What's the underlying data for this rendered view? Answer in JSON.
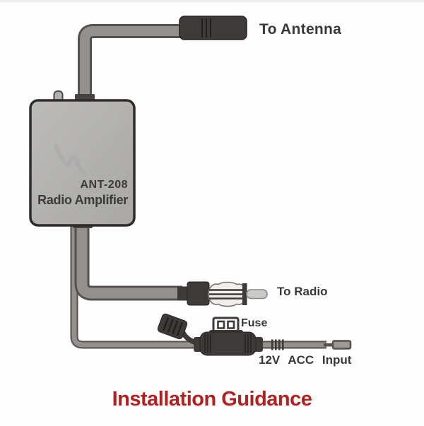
{
  "diagram": {
    "type": "installation-wiring-diagram",
    "title": "Installation Guidance",
    "device": {
      "model": "ANT-208",
      "name": "Radio Amplifier"
    },
    "labels": {
      "to_antenna": "To Antenna",
      "to_radio": "To Radio",
      "fuse": "Fuse",
      "power_input": "12V ACC Input"
    },
    "colors": {
      "title_red": "#b2201f",
      "label_text": "#3a3937",
      "cable_fill": "#929190",
      "cable_outline": "#56514e",
      "connector_dark": "#3e3a39",
      "box_fill": "#b5b4b2",
      "box_border": "#2e2b2a",
      "background": "#fdfdfd"
    }
  }
}
